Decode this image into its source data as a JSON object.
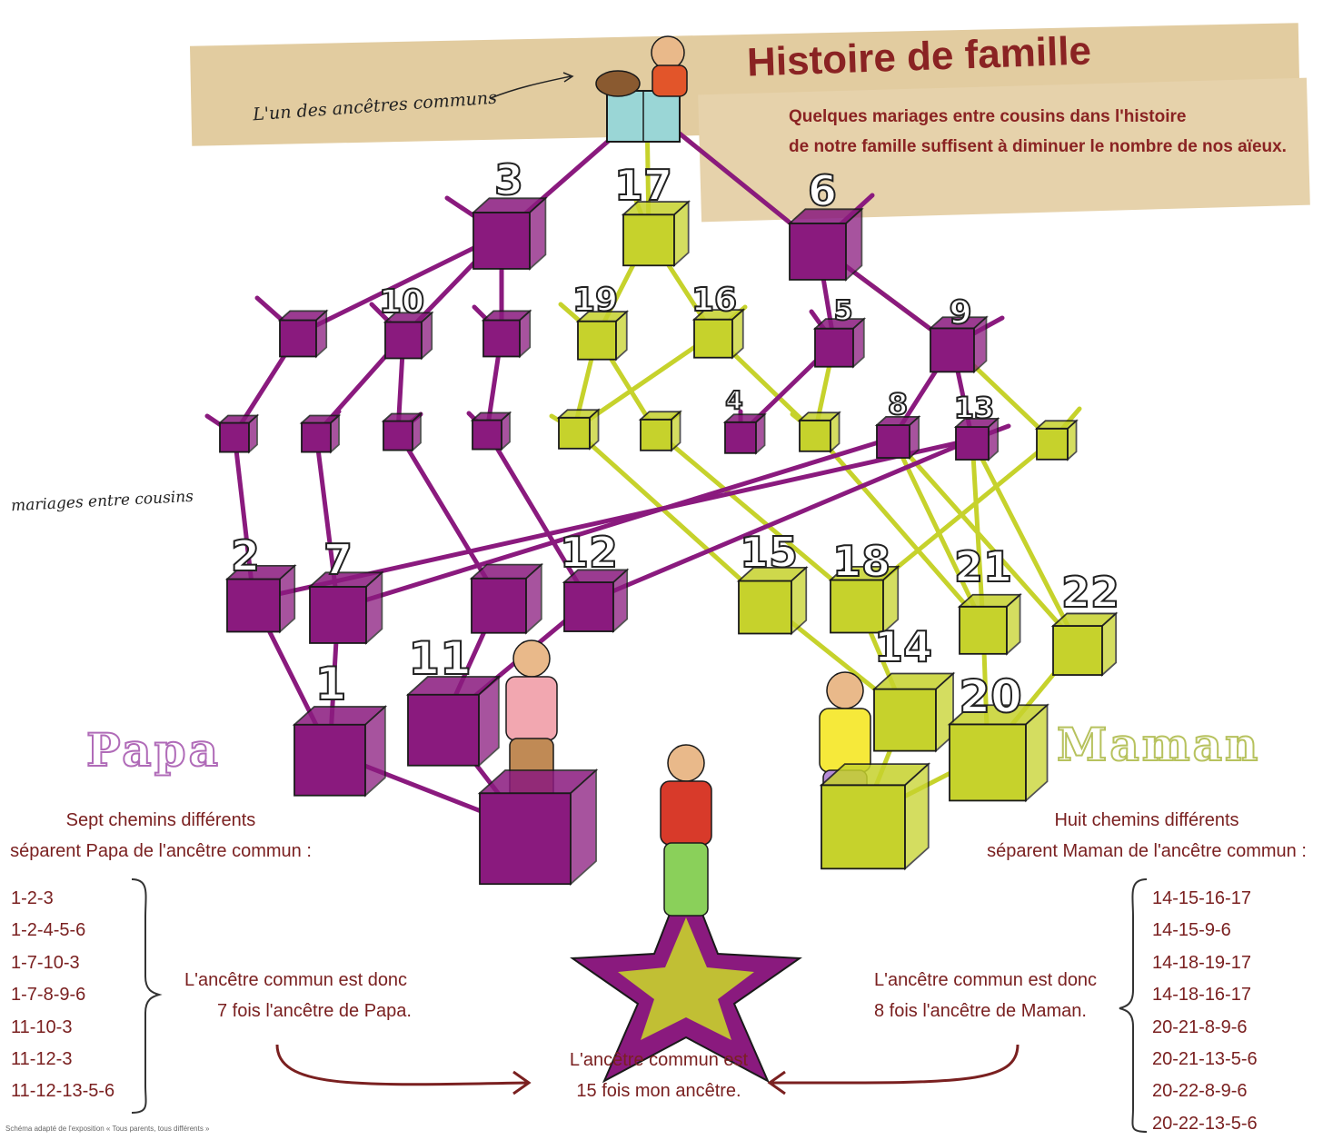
{
  "title": "Histoire de famille",
  "subtitle_lines": [
    "Quelques mariages entre cousins dans l'histoire",
    "de notre famille suffisent à diminuer le nombre de nos aïeux."
  ],
  "annotations": {
    "ancestor": "L'un des ancêtres communs",
    "cousins": "mariages entre cousins"
  },
  "node_numbers": [
    "1",
    "2",
    "3",
    "4",
    "5",
    "6",
    "7",
    "8",
    "9",
    "10",
    "11",
    "12",
    "13",
    "14",
    "15",
    "16",
    "17",
    "18",
    "19",
    "20",
    "21",
    "22"
  ],
  "papa": {
    "name": "Papa",
    "heading": [
      "Sept chemins différents",
      "séparent Papa de l'ancêtre commun :"
    ],
    "paths": [
      "1-2-3",
      "1-2-4-5-6",
      "1-7-10-3",
      "1-7-8-9-6",
      "11-10-3",
      "11-12-3",
      "11-12-13-5-6"
    ],
    "conclusion": [
      "L'ancêtre commun est donc",
      "7 fois l'ancêtre de Papa."
    ]
  },
  "maman": {
    "name": "Maman",
    "heading": [
      "Huit chemins différents",
      "séparent Maman de l'ancêtre commun :"
    ],
    "paths": [
      "14-15-16-17",
      "14-15-9-6",
      "14-18-19-17",
      "14-18-16-17",
      "20-21-8-9-6",
      "20-21-13-5-6",
      "20-22-8-9-6",
      "20-22-13-5-6"
    ],
    "conclusion": [
      "L'ancêtre commun est donc",
      "8 fois l'ancêtre de Maman."
    ]
  },
  "child_conclusion": [
    "L'ancêtre commun est",
    "15 fois mon ancêtre."
  ],
  "credit": "Schéma adapté de l'exposition « Tous parents, tous différents »",
  "colors": {
    "purple": "#8a1a7e",
    "green": "#c6d22c",
    "text": "#7a2020",
    "banner": "#e2cca0"
  }
}
